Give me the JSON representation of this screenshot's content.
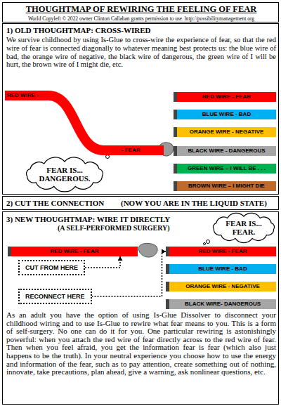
{
  "diagram": {
    "nodes": [
      {
        "text": [
          "THOUGHTMAP OF REWIRING THE FEELING OF FEAR",
          "World Copyleft © 2022 owner Clinton Callahan grants permission to use. http://possibilitymanagement.org"
        ]
      },
      {
        "text": [
          "1) OLD THOUGHTMAP: CROSS-WIRED",
          "We survive childhood by using Is-Glue to cross-wire the experience of fear, so that the red wire of fear is connected diagonally to whatever meaning best protects us: the blue wire of bad, the orange wire of negative, the black wire of dangerous, the green wire of I will be hurt, the brown wire of I might die, etc."
        ]
      },
      {
        "text": [
          "RED WIRE -",
          "- FEAR"
        ],
        "in": 1
      },
      {
        "text": [
          "RED WIRE - FEAR"
        ],
        "in": 1
      },
      {
        "text": [
          "BLUE WIRE - BAD"
        ],
        "in": 1
      },
      {
        "text": [
          "ORANGE WIRE - NEGATIVE"
        ],
        "in": 1
      },
      {
        "text": [
          "BLACK WIRE - DANGEROUS"
        ],
        "in": 1
      },
      {
        "text": [
          "GREEN WIRE – I WILL BE . . ."
        ],
        "in": 1
      },
      {
        "text": [
          "BROWN WIRE – I MIGHT DIE"
        ],
        "in": 1
      },
      {
        "text": [
          "FEAR IS... DANGEROUS."
        ],
        "in": 1
      },
      {
        "text": [
          "2) CUT THE CONNECTION",
          "(NOW YOU ARE IN THE LIQUID STATE)"
        ]
      },
      {
        "text": [
          "3) NEW THOUGHTMAP: WIRE IT DIRECTLY",
          "(A SELF-PERFORMED SURGERY)",
          "As an adult you have the option of using Is-Glue Dissolver to disconnect your childhood wiring and to use Is-Glue to rewire what fear means to you. This is a form of self-surgery. No one can do it for you. One particular rewiring is astonishingly powerful: when you attach the red wire of fear directly across to the red wire of fear. Then when you feel afraid, you get the information fear is fear (which also just happens to be the truth). In your neutral experience you choose how to use the energy and information of the fear, such as to pay attention, create something out of nothing, innovate, take precautions, plan ahead, give a warning, ask nonlinear questions, etc."
        ]
      },
      {
        "text": [
          "FEAR IS... FEAR."
        ],
        "in": 11
      },
      {
        "text": [
          "RED WIRE - FEAR"
        ],
        "in": 11
      },
      {
        "text": [
          "RED WIRE - FEAR"
        ],
        "in": 11
      },
      {
        "text": [
          "CUT FROM HERE"
        ],
        "in": 11
      },
      {
        "text": [
          "BLUE WIRE - BAD"
        ],
        "in": 11
      },
      {
        "text": [
          "RECONNECT HERE"
        ],
        "in": 11
      },
      {
        "text": [
          "ORANGE WIRE - NEGATIVE"
        ],
        "in": 11
      },
      {
        "text": [
          "BLACK WIRE- DANGEROUS"
        ],
        "in": 11
      }
    ],
    "edges": [
      {
        "from": 15,
        "to": 13,
        "arrow": "to"
      },
      {
        "from": 17,
        "to": 14,
        "arrow": "to"
      }
    ]
  }
}
